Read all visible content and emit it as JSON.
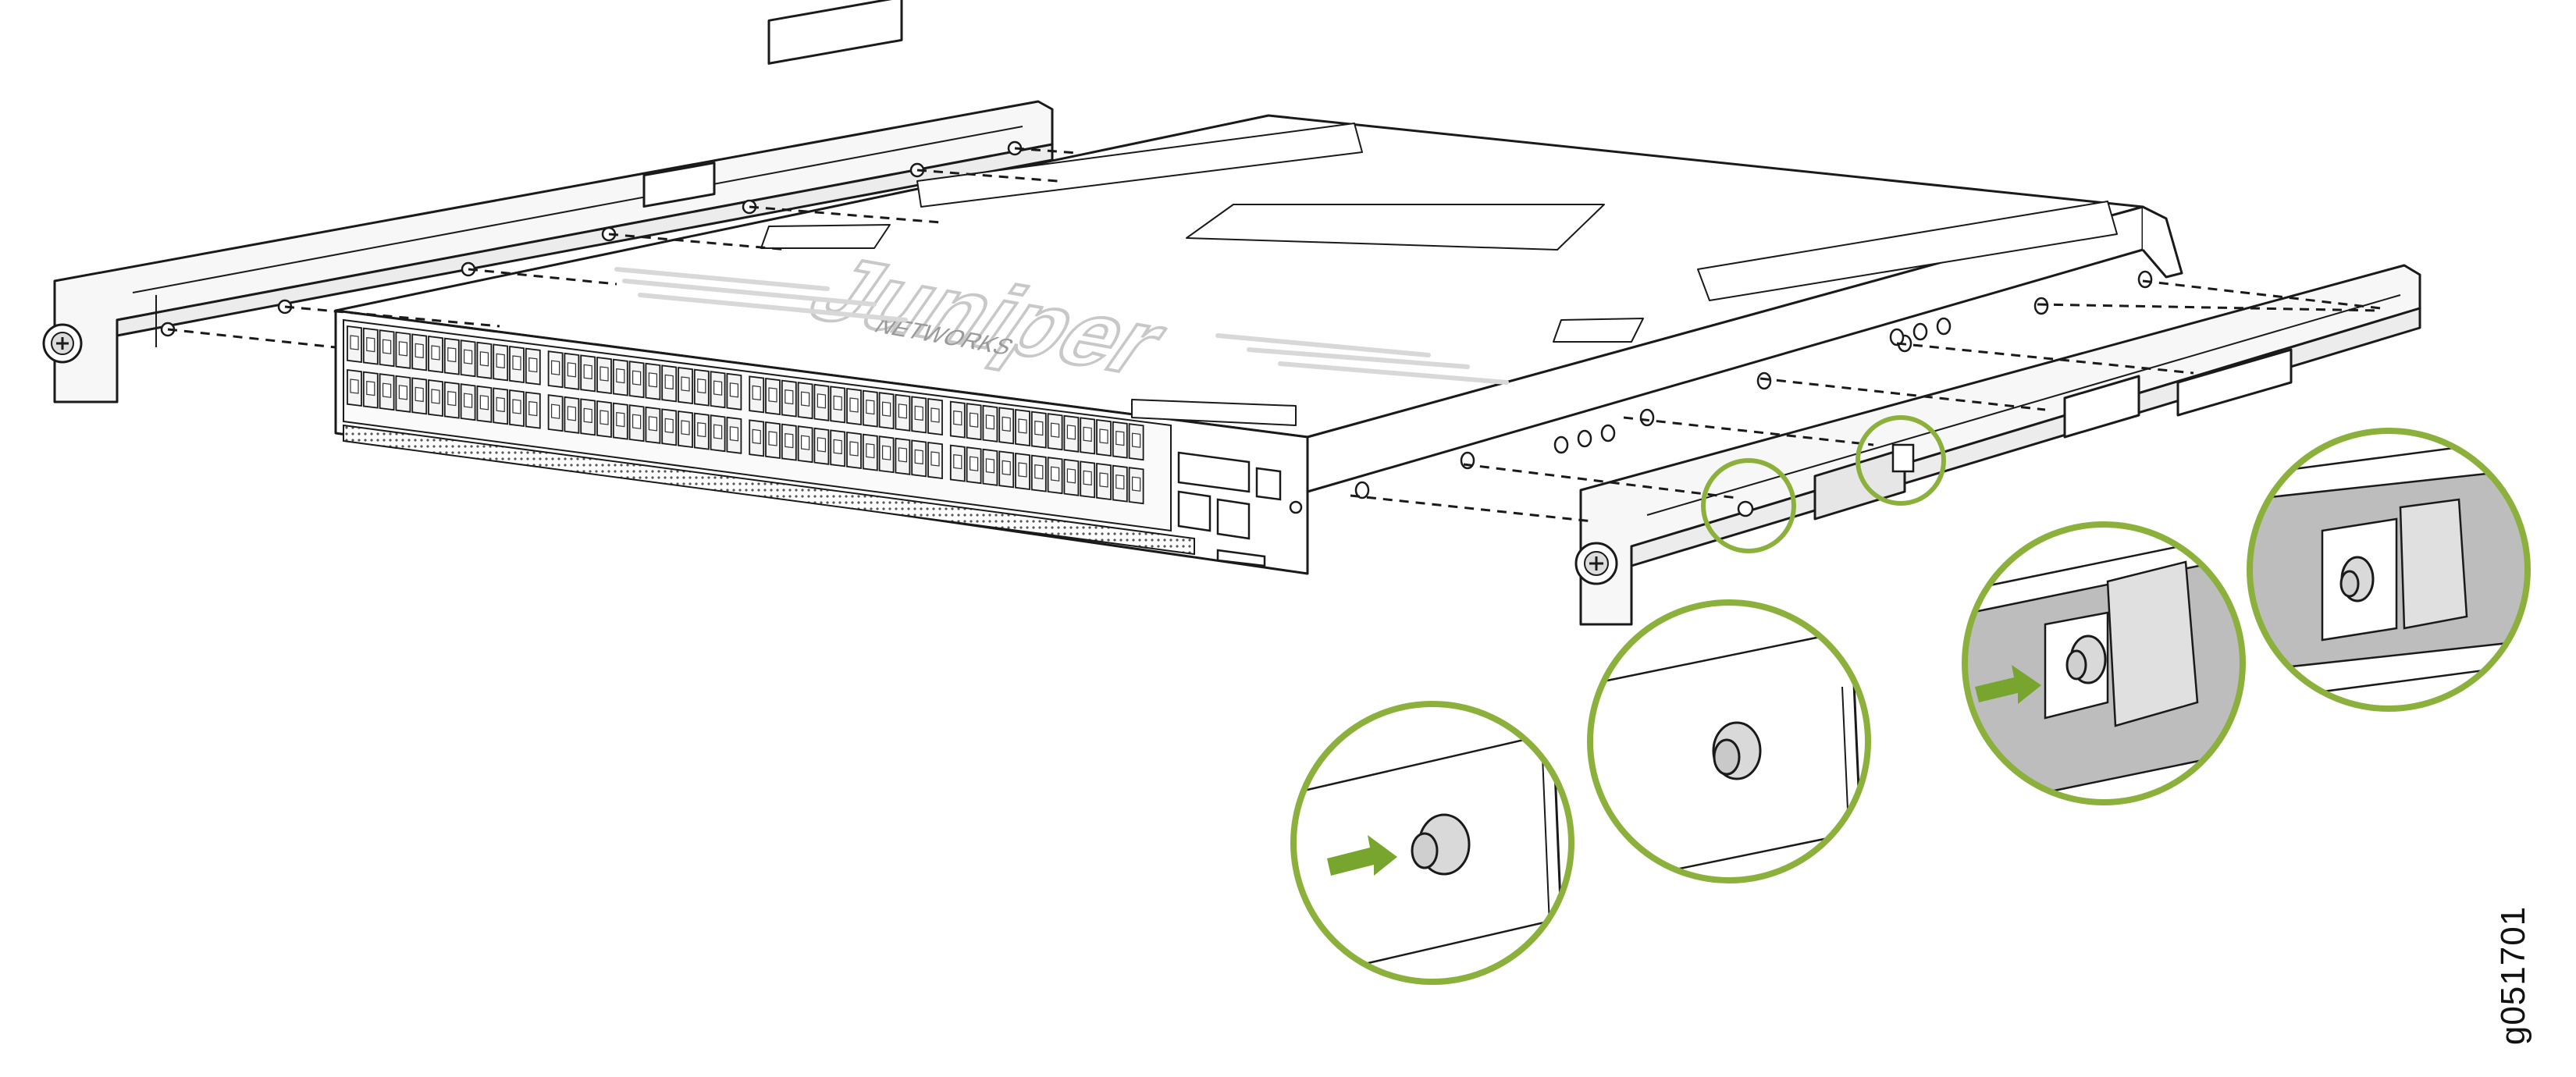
{
  "figure_id": "g051701",
  "brand": {
    "logo": "Juniper",
    "sub": "NETWORKS"
  },
  "colors": {
    "line": "#1a1a1a",
    "body_fill": "#ffffff",
    "panel_fill": "#f2f2f2",
    "rail_fill": "#f7f7f7",
    "callout_ring": "#8bb13c",
    "arrow": "#77a52e",
    "logo_gray": "#d6d6d6"
  },
  "callouts": [
    {
      "name": "callout-standoff-insert",
      "icon": "mounting-standoff-arrow-icon"
    },
    {
      "name": "callout-standoff-seated",
      "icon": "mounting-standoff-icon"
    },
    {
      "name": "callout-latch-insert",
      "icon": "rail-latch-arrow-icon"
    },
    {
      "name": "callout-latch-locked",
      "icon": "rail-latch-icon"
    }
  ]
}
